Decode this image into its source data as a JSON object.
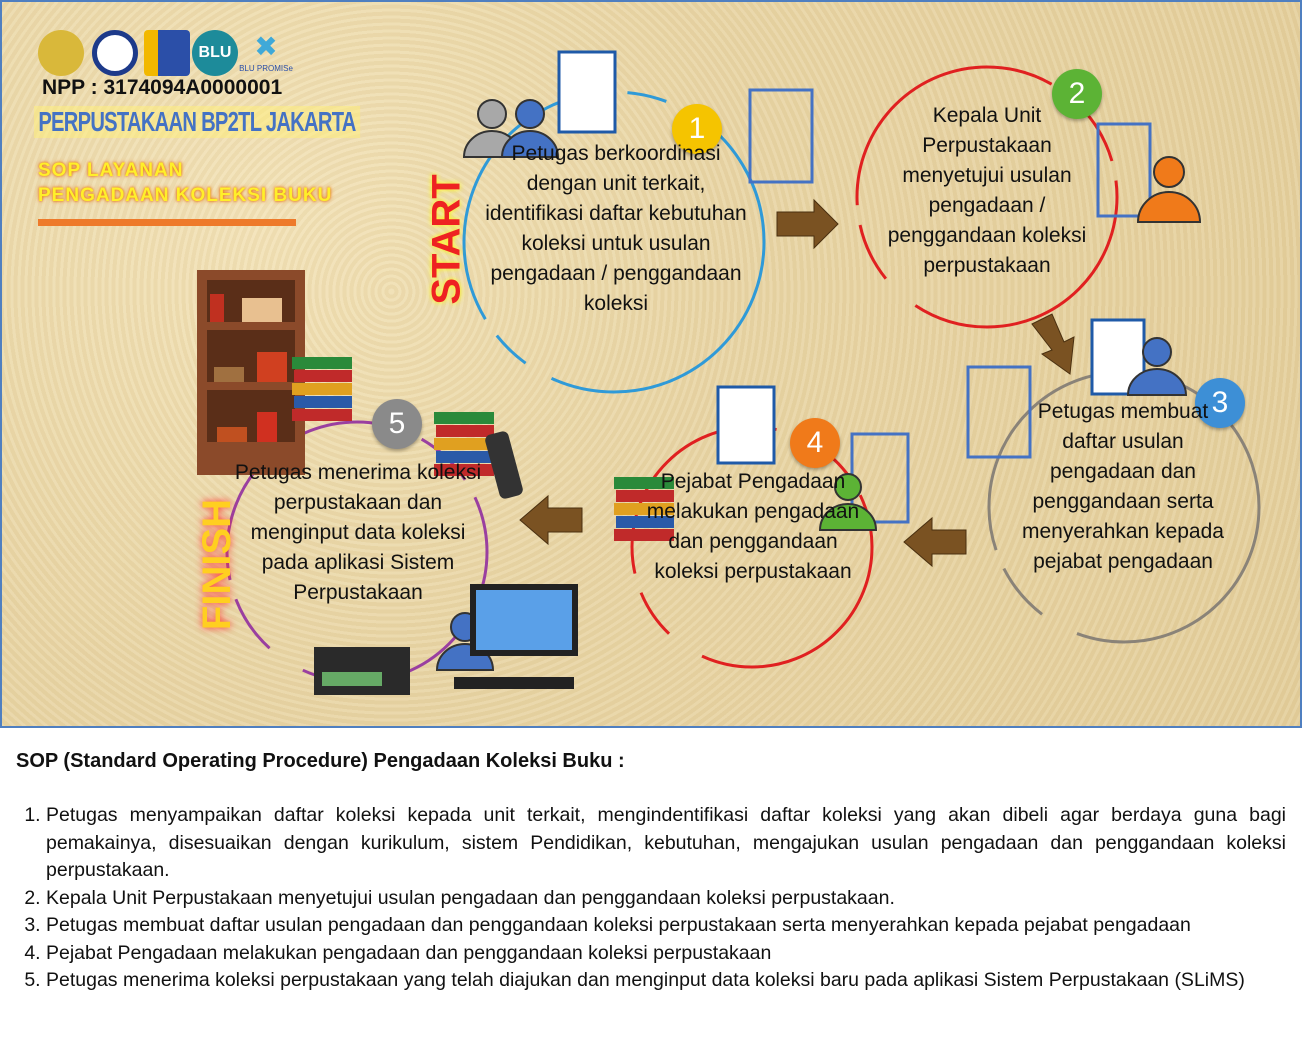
{
  "header": {
    "npp": "NPP : 3174094A0000001",
    "library": "PERPUSTAKAAN BP2TL JAKARTA",
    "sop_line1": "SOP LAYANAN",
    "sop_line2": "PENGADAAN KOLEKSI BUKU",
    "logo_text": "BLU",
    "logo_text2": "BLU PROMISe"
  },
  "labels": {
    "start": "START",
    "finish": "FINISH"
  },
  "steps": [
    {
      "num": "1",
      "text": "Petugas berkoordinasi dengan unit terkait, identifikasi daftar kebutuhan koleksi untuk usulan pengadaan / penggandaan koleksi",
      "color": "#f5c400"
    },
    {
      "num": "2",
      "text": "Kepala Unit Perpustakaan menyetujui usulan pengadaan / penggandaan koleksi perpustakaan",
      "color": "#5cb335"
    },
    {
      "num": "3",
      "text": "Petugas membuat daftar usulan pengadaan dan penggandaan serta menyerahkan kepada pejabat pengadaan",
      "color": "#3d8fd6"
    },
    {
      "num": "4",
      "text": "Pejabat Pengadaan melakukan pengadaan dan penggandaan koleksi perpustakaan",
      "color": "#f07a1a"
    },
    {
      "num": "5",
      "text": "Petugas menerima koleksi perpustakaan dan menginput data koleksi pada aplikasi Sistem Perpustakaan",
      "color": "#8a8a8a"
    }
  ],
  "description": {
    "title": "SOP (Standard Operating Procedure) Pengadaan Koleksi Buku :",
    "items": [
      "Petugas menyampaikan daftar koleksi kepada unit terkait, mengindentifikasi daftar koleksi yang akan dibeli agar berdaya guna bagi pemakainya, disesuaikan dengan kurikulum, sistem Pendidikan, kebutuhan, mengajukan usulan pengadaan dan penggandaan koleksi perpustakaan.",
      "Kepala Unit Perpustakaan menyetujui usulan pengadaan dan penggandaan koleksi perpustakaan.",
      "Petugas membuat daftar usulan pengadaan dan penggandaan koleksi perpustakaan serta menyerahkan kepada pejabat pengadaan",
      "Pejabat Pengadaan melakukan pengadaan dan penggandaan koleksi perpustakaan",
      "Petugas menerima koleksi perpustakaan yang telah diajukan dan menginput data koleksi baru pada aplikasi Sistem Perpustakaan (SLiMS)"
    ]
  }
}
